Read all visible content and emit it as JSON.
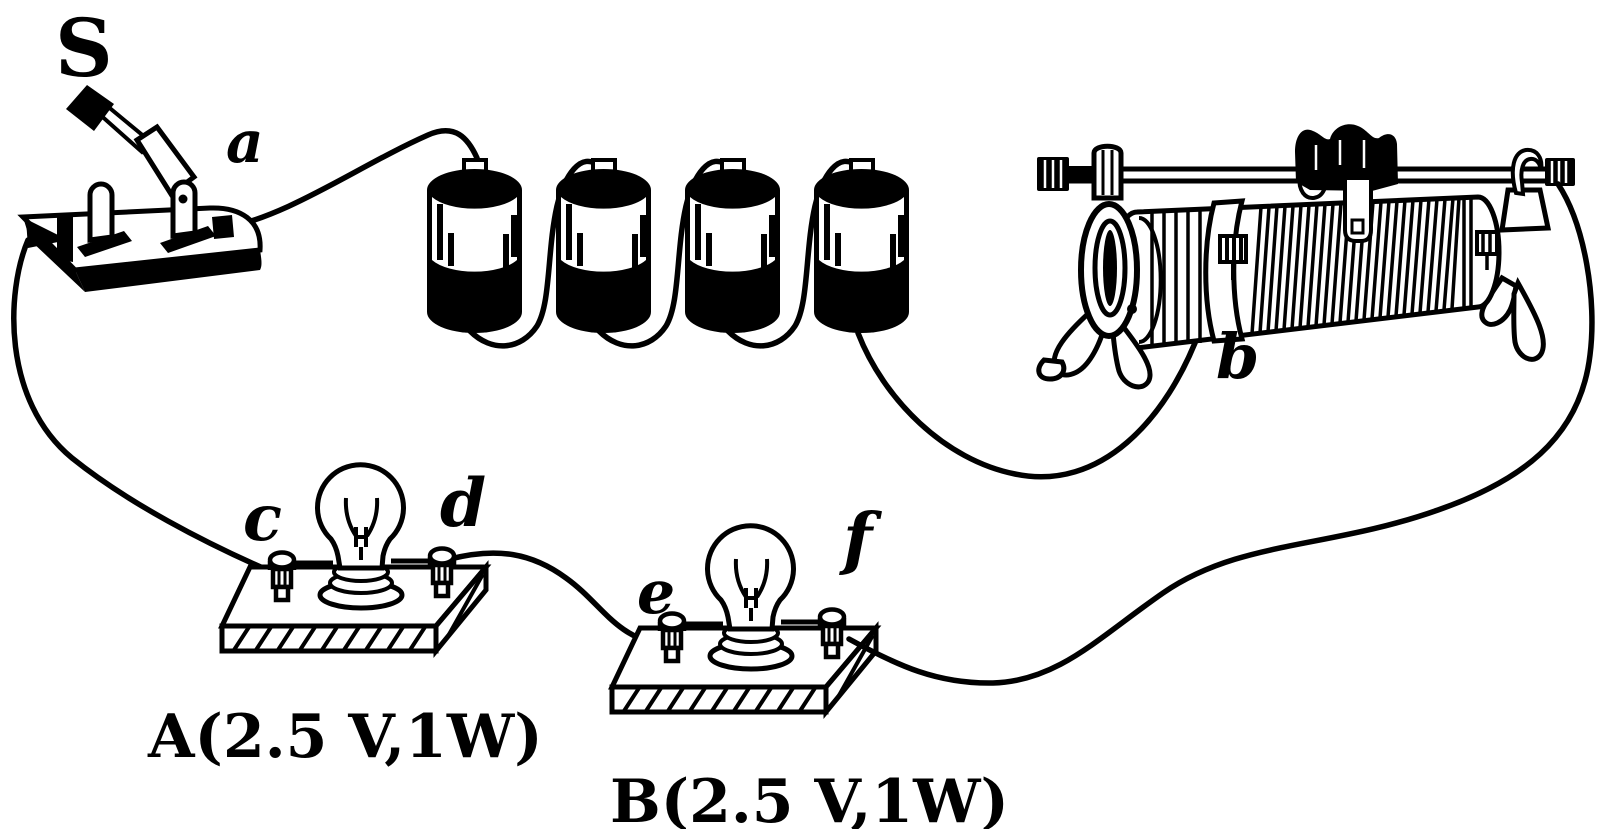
{
  "figure": {
    "kind": "physics circuit experiment illustration",
    "background": "#ffffff",
    "ink": "#000000"
  },
  "labels": {
    "switch": "S",
    "point_a": "a",
    "point_b": "b",
    "point_c": "c",
    "point_d": "d",
    "point_e": "e",
    "point_f": "f"
  },
  "lamps": {
    "a_spec": "A(2.5 V,1W)",
    "b_spec": "B(2.5 V,1W)"
  },
  "components": [
    {
      "id": "switch",
      "icon": "knife-switch-icon",
      "state": "open",
      "label": "S",
      "terminal": "a"
    },
    {
      "id": "battery-pack",
      "icon": "dry-cell-icon",
      "count": 4,
      "connection": "series"
    },
    {
      "id": "rheostat",
      "icon": "sliding-rheostat-icon",
      "terminal": "b"
    },
    {
      "id": "lamp-A",
      "icon": "light-bulb-icon",
      "spec": "A(2.5 V,1W)",
      "terminals": [
        "c",
        "d"
      ]
    },
    {
      "id": "lamp-B",
      "icon": "light-bulb-icon",
      "spec": "B(2.5 V,1W)",
      "terminals": [
        "e",
        "f"
      ]
    }
  ]
}
